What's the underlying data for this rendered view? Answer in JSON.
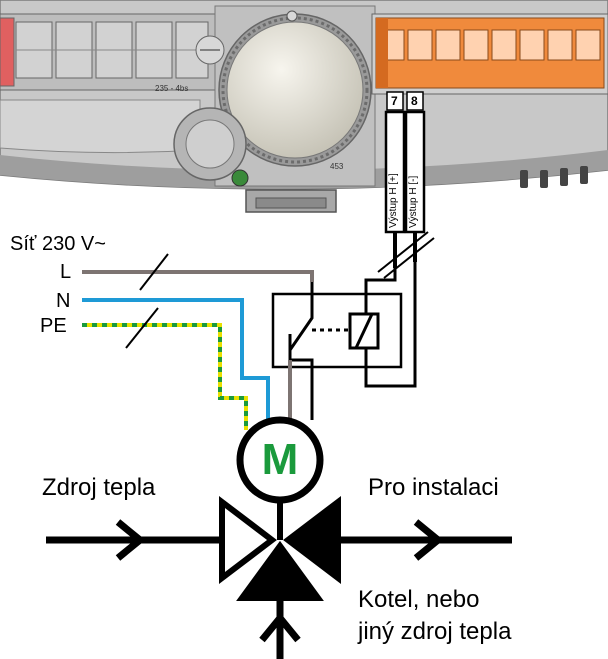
{
  "supply": {
    "title": "Síť 230 V~",
    "conductors": [
      "L",
      "N",
      "PE"
    ]
  },
  "terminals": {
    "numbers": [
      "7",
      "8"
    ],
    "labels": [
      "Výstup H [+]",
      "Výstup H [-]"
    ]
  },
  "device_marks": {
    "model": "453",
    "fuse": "235 - 4bs"
  },
  "motor_label": "M",
  "flows": {
    "source": "Zdroj tepla",
    "output": "Pro instalaci",
    "bottom_line1": "Kotel, nebo",
    "bottom_line2": "jiný zdroj tepla"
  },
  "colors": {
    "wire_L": "#7d7472",
    "wire_N": "#1e9ad6",
    "wire_PE_base": "#e8e000",
    "wire_PE_stripe": "#1a9a3c",
    "motor_letter": "#1a9a3c",
    "terminal_block": "#f08a3c",
    "controller_grey": "#c8c8c8"
  }
}
